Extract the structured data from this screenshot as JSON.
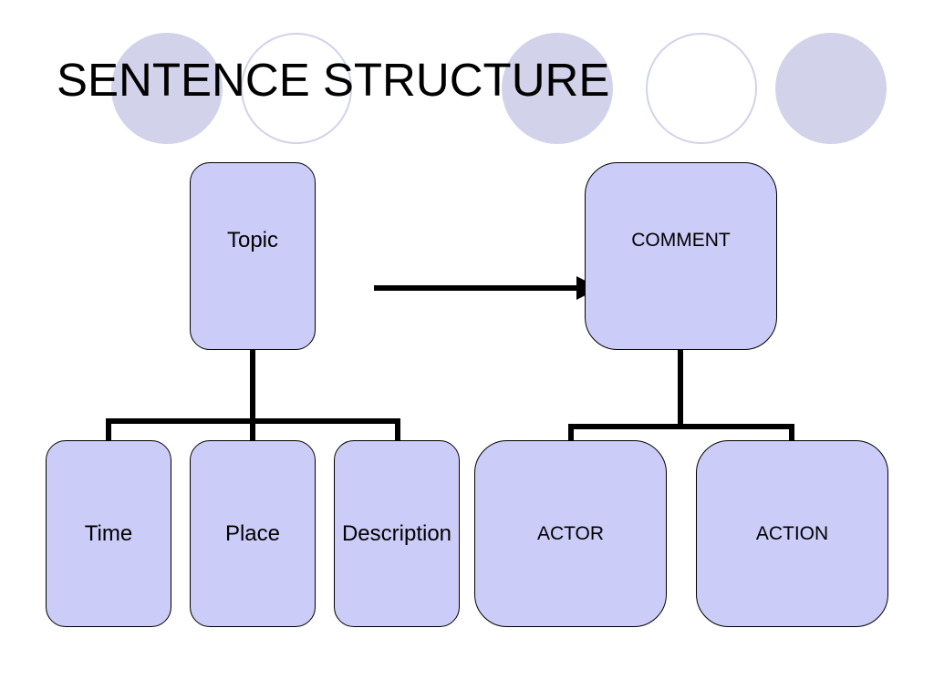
{
  "slide": {
    "title": "SENTENCE STRUCTURE"
  },
  "diagram": {
    "topic": "Topic",
    "comment": "COMMENT",
    "topic_children": [
      "Time",
      "Place",
      "Description"
    ],
    "comment_children": [
      "ACTOR",
      "ACTION"
    ]
  },
  "colors": {
    "box_fill": "#ccccf8",
    "box_border": "#000000",
    "decor_circle": "#d2d2ea",
    "connector": "#000000"
  }
}
